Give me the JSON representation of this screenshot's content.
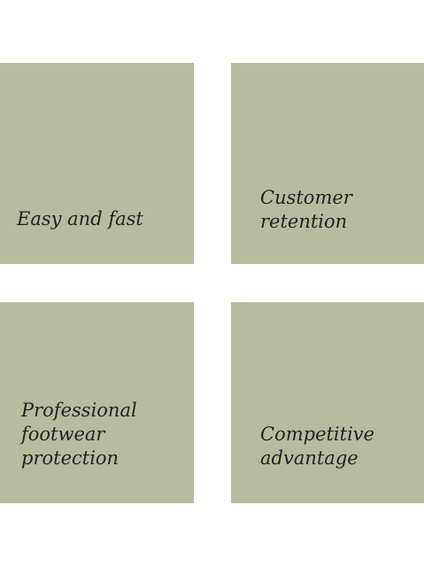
{
  "tiles": [
    {
      "label": "Easy and fast"
    },
    {
      "label": "Customer\nretention"
    },
    {
      "label": "Professional\nfootwear\nprotection"
    },
    {
      "label": "Competitive\nadvantage"
    }
  ],
  "colors": {
    "tile_background": "#b7bc9e",
    "text": "#222222",
    "page_background": "#ffffff"
  }
}
